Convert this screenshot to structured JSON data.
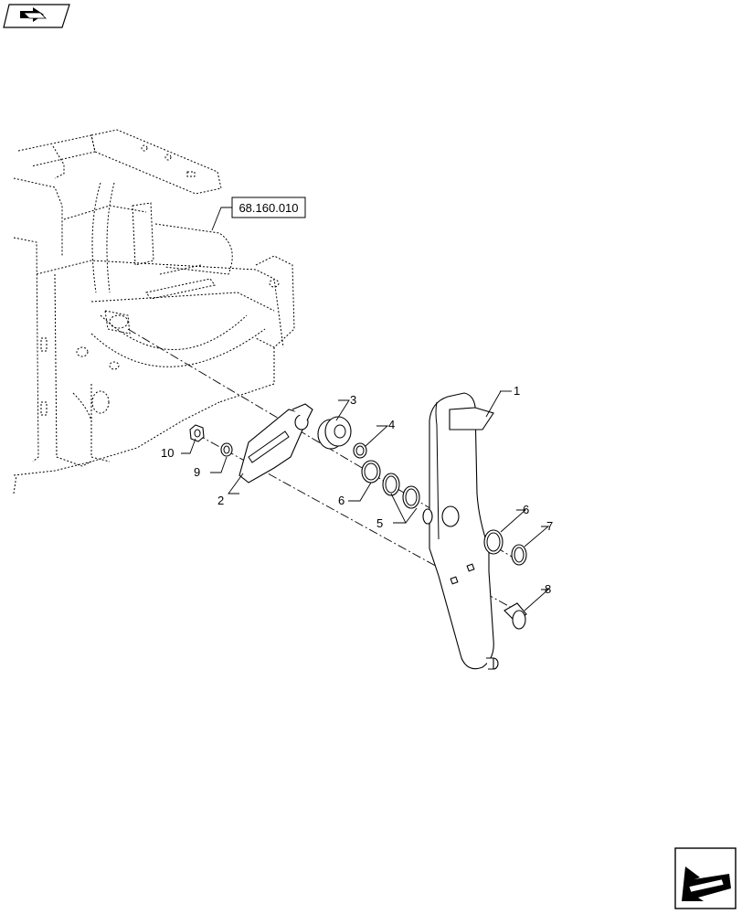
{
  "reference_label": "68.160.010",
  "callouts": [
    {
      "id": "1",
      "text": "1"
    },
    {
      "id": "2",
      "text": "2"
    },
    {
      "id": "3",
      "text": "3"
    },
    {
      "id": "4",
      "text": "4"
    },
    {
      "id": "5",
      "text": "5"
    },
    {
      "id": "6a",
      "text": "6"
    },
    {
      "id": "6b",
      "text": "6"
    },
    {
      "id": "7",
      "text": "7"
    },
    {
      "id": "8",
      "text": "8"
    },
    {
      "id": "9",
      "text": "9"
    },
    {
      "id": "10",
      "text": "10"
    }
  ],
  "icons": {
    "top_left": "book-arrow-icon",
    "bottom_right": "navigation-arrow-icon"
  }
}
